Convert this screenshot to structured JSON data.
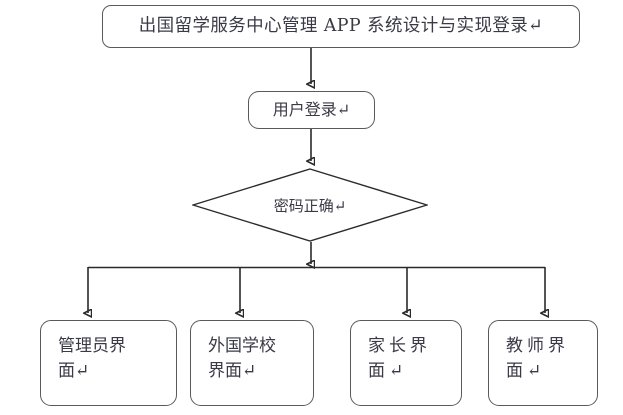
{
  "diagram": {
    "type": "flowchart",
    "title_node": {
      "id": "title",
      "shape": "rounded-rectangle",
      "label": "出国留学服务中心管理 APP 系统设计与实现登录↵"
    },
    "process_node": {
      "id": "user-login",
      "shape": "rounded-rectangle",
      "label": "用户登录↵"
    },
    "decision_node": {
      "id": "password-correct",
      "shape": "diamond",
      "label": "密码正确↵"
    },
    "leaf_nodes": [
      {
        "id": "admin-interface",
        "shape": "rounded-rectangle",
        "label": "管理员界\n面↵"
      },
      {
        "id": "school-interface",
        "shape": "rounded-rectangle",
        "label": "外国学校\n界面↵"
      },
      {
        "id": "parent-interface",
        "shape": "rounded-rectangle",
        "label": "家长界\n面↵"
      },
      {
        "id": "teacher-interface",
        "shape": "rounded-rectangle",
        "label": "教师界\n面↵"
      }
    ],
    "edges": [
      {
        "from": "title",
        "to": "user-login",
        "style": "arrow-down"
      },
      {
        "from": "user-login",
        "to": "password-correct",
        "style": "arrow-down"
      },
      {
        "from": "password-correct",
        "to": "branch-bus",
        "style": "arrow-down"
      },
      {
        "from": "branch-bus",
        "to": "admin-interface",
        "style": "arrow-down"
      },
      {
        "from": "branch-bus",
        "to": "school-interface",
        "style": "arrow-down"
      },
      {
        "from": "branch-bus",
        "to": "parent-interface",
        "style": "arrow-down"
      },
      {
        "from": "branch-bus",
        "to": "teacher-interface",
        "style": "arrow-down"
      }
    ],
    "colors": {
      "background": "#ffffff",
      "node_border": "#5a5a5a",
      "node_fill": "#ffffff",
      "text": "#3a3a46",
      "connector": "#2a2a2a"
    }
  }
}
